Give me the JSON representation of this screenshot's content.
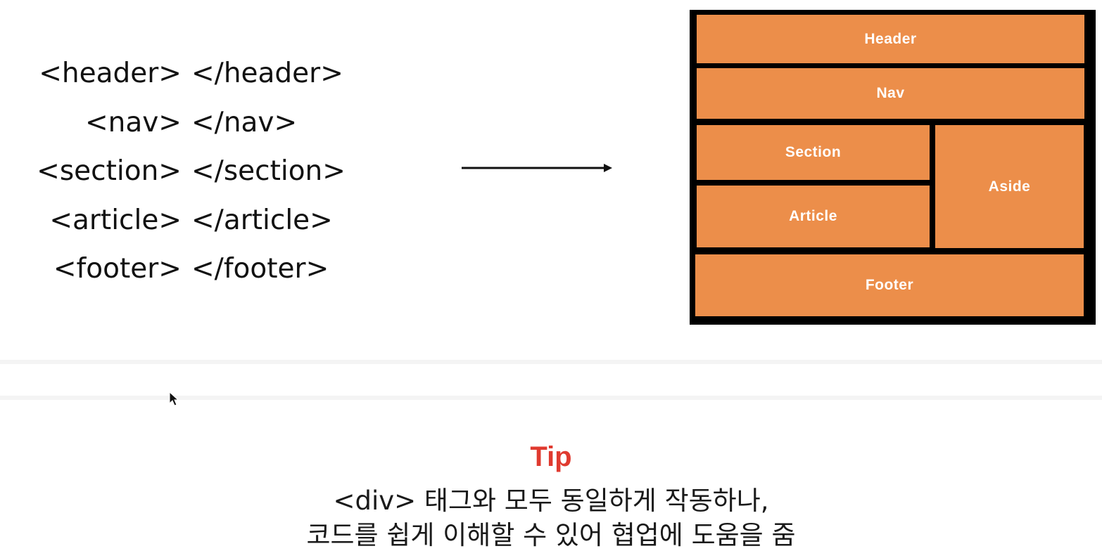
{
  "tags": [
    {
      "open": "<header>",
      "close": "</header>"
    },
    {
      "open": "<nav>",
      "close": "</nav>"
    },
    {
      "open": "<section>",
      "close": "</section>"
    },
    {
      "open": "<article>",
      "close": "</article>"
    },
    {
      "open": "<footer>",
      "close": "</footer>"
    }
  ],
  "layout": {
    "header": "Header",
    "nav": "Nav",
    "section": "Section",
    "article": "Article",
    "aside": "Aside",
    "footer": "Footer"
  },
  "tip": {
    "title": "Tip",
    "line1": "<div> 태그와 모두 동일하게 작동하나,",
    "line2": "코드를 쉽게 이해할 수 있어 협업에 도움을 줌"
  },
  "colors": {
    "block": "#ec8e4a",
    "border": "#000000",
    "tip_title": "#e03a2f"
  },
  "icons": {
    "arrow": "right-arrow-icon",
    "cursor": "mouse-pointer-icon"
  }
}
